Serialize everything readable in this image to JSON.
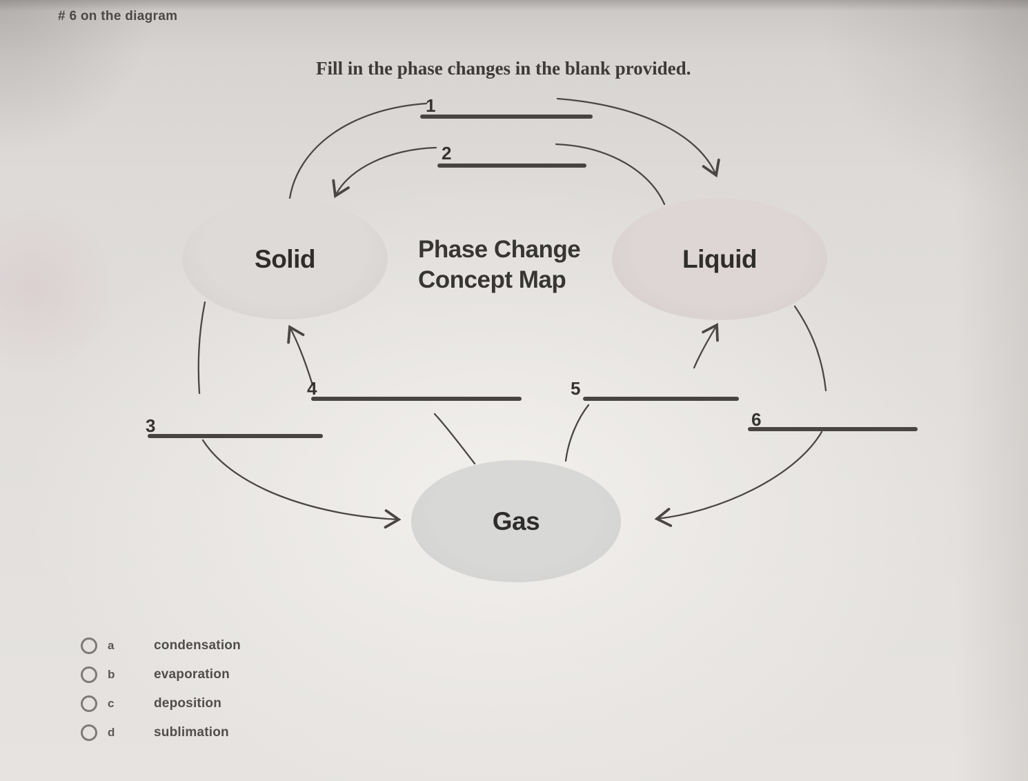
{
  "note": "# 6 on the diagram",
  "instruction": "Fill in the phase changes in the blank provided.",
  "diagram": {
    "title": {
      "line1": "Phase Change",
      "line2": "Concept Map"
    },
    "nodes": {
      "solid": "Solid",
      "liquid": "Liquid",
      "gas": "Gas"
    },
    "blanks": [
      {
        "number": "1"
      },
      {
        "number": "2"
      },
      {
        "number": "3"
      },
      {
        "number": "4"
      },
      {
        "number": "5"
      },
      {
        "number": "6"
      }
    ],
    "arrows": [
      "solid-to-liquid-via-blank-1",
      "liquid-to-solid-via-blank-2",
      "solid-to-gas-via-blank-3",
      "gas-to-solid-via-blank-4",
      "gas-to-liquid-via-blank-5",
      "liquid-to-gas-via-blank-6"
    ]
  },
  "options": [
    {
      "letter": "a",
      "label": "condensation"
    },
    {
      "letter": "b",
      "label": "evaporation"
    },
    {
      "letter": "c",
      "label": "deposition"
    },
    {
      "letter": "d",
      "label": "sublimation"
    }
  ],
  "colors": {
    "ink": "#4a4644",
    "node_text": "#2f2d2b"
  }
}
